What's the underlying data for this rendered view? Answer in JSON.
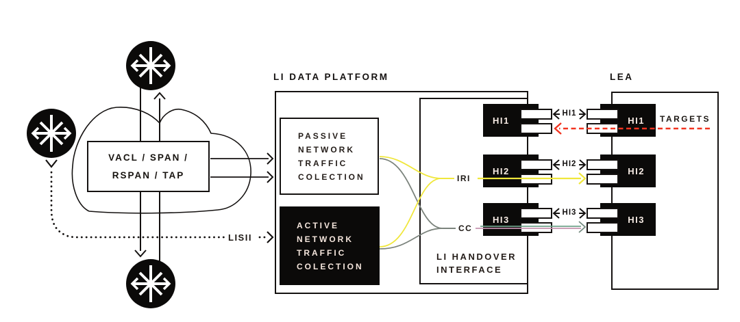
{
  "titles": {
    "platform": "LI DATA PLATFORM",
    "lea": "LEA"
  },
  "cloud_box": {
    "line1": "VACL / SPAN /",
    "line2": "RSPAN / TAP"
  },
  "passive_box": {
    "lines": [
      "PASSIVE",
      "NETWORK",
      "TRAFFIC",
      "COLECTION"
    ]
  },
  "active_box": {
    "lines": [
      "ACTIVE",
      "NETWORK",
      "TRAFFIC",
      "COLECTION"
    ]
  },
  "handover": {
    "line1": "LI HANDOVER",
    "line2": "INTERFACE"
  },
  "hi_rows": [
    {
      "left": "HI1",
      "mid": "HI1",
      "right": "HI1"
    },
    {
      "left": "HI2",
      "mid": "HI2",
      "right": "HI2"
    },
    {
      "left": "HI3",
      "mid": "HI3",
      "right": "HI3"
    }
  ],
  "labels": {
    "iri": "IRI",
    "cc": "CC",
    "lisii": "LISII",
    "targets": "TARGETS"
  },
  "colors": {
    "yellow": "#f0e73c",
    "gray": "#7b837c",
    "pink": "#c492ae",
    "teal": "#6fa289",
    "red": "#f23420",
    "slate": "#748b80",
    "black": "#141110"
  }
}
